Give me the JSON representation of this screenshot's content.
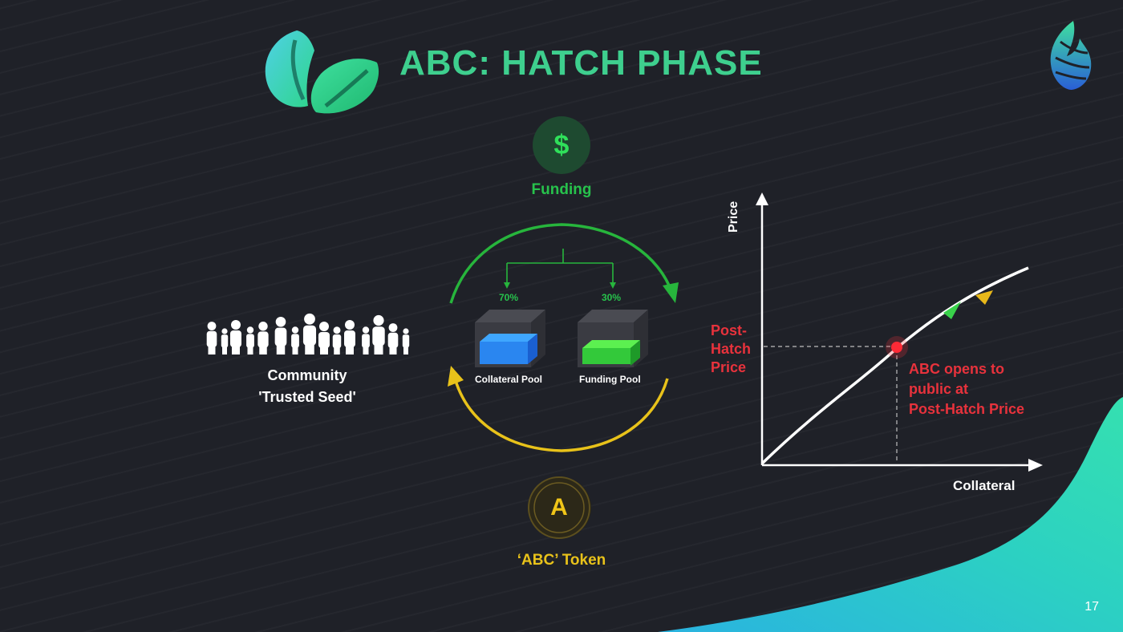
{
  "title": "ABC: HATCH PHASE",
  "funding": {
    "label": "Funding",
    "symbol": "$"
  },
  "split": {
    "left_pct": "70%",
    "right_pct": "30%"
  },
  "pools": {
    "collateral": "Collateral Pool",
    "funding": "Funding Pool"
  },
  "token": {
    "label": "‘ABC’ Token",
    "symbol": "A"
  },
  "community": {
    "line1": "Community",
    "line2": "'Trusted Seed'"
  },
  "chart": {
    "y_label": "Price",
    "x_label": "Collateral",
    "marker_label_lines": [
      "Post-",
      "Hatch",
      "Price"
    ],
    "annotation_lines": [
      "ABC opens to",
      "public at",
      "Post-Hatch Price"
    ]
  },
  "page_number": "17",
  "colors": {
    "background": "#1f2128",
    "title": "#3ecf8e",
    "funding_green": "#27c24c",
    "token_yellow": "#e8c21a",
    "accent_red": "#e8323c",
    "teal_wave": "#2ccfc4"
  }
}
